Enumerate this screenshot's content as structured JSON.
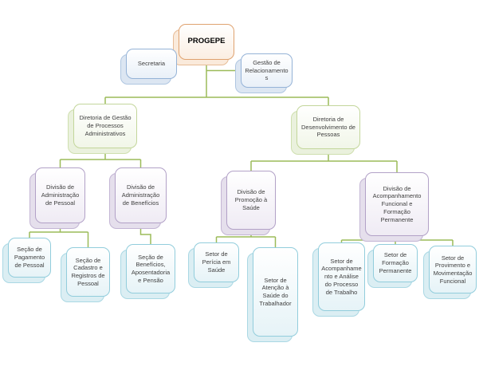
{
  "diagram": {
    "type": "org-chart",
    "nodes": {
      "progepe": {
        "label": "PROGEPE",
        "children": [
          "secretaria",
          "gestao_relacionamentos",
          "diretoria_gestao_processos",
          "diretoria_desenvolvimento"
        ]
      },
      "secretaria": {
        "label": "Secretaria",
        "children": []
      },
      "gestao_relacionamentos": {
        "label": "Gestão de Relacionamentos",
        "children": []
      },
      "diretoria_gestao_processos": {
        "label": "Diretoria de Gestão de Processos Administrativos",
        "children": [
          "divisao_administracao_pessoal",
          "divisao_administracao_beneficios"
        ]
      },
      "diretoria_desenvolvimento": {
        "label": "Diretoria de Desenvolvimento de Pessoas",
        "children": [
          "divisao_promocao_saude",
          "divisao_acompanhamento"
        ]
      },
      "divisao_administracao_pessoal": {
        "label": "Divisão de Administração de Pessoal",
        "children": [
          "secao_pagamento",
          "secao_cadastro"
        ]
      },
      "divisao_administracao_beneficios": {
        "label": "Divisão de Administração de Benefícios",
        "children": [
          "secao_beneficios"
        ]
      },
      "divisao_promocao_saude": {
        "label": "Divisão de Promoção à Saúde",
        "children": [
          "setor_pericia",
          "setor_atencao"
        ]
      },
      "divisao_acompanhamento": {
        "label": "Divisão de Acompanhamento Funcional e Formação Permanente",
        "children": [
          "setor_acompanhamento",
          "setor_formacao",
          "setor_provimento"
        ]
      },
      "secao_pagamento": {
        "label": "Seção de Pagamento de Pessoal",
        "children": []
      },
      "secao_cadastro": {
        "label": "Seção de Cadastro e Registros de Pessoal",
        "children": []
      },
      "secao_beneficios": {
        "label": "Seção de Benefícios, Aposentadoria e Pensão",
        "children": []
      },
      "setor_pericia": {
        "label": "Setor de Perícia em Saúde",
        "children": []
      },
      "setor_atencao": {
        "label": "Setor de Atenção à Saúde do Trabalhador",
        "children": []
      },
      "setor_acompanhamento": {
        "label": "Setor de Acompanhamento e Análise do Processo de Trabalho",
        "children": []
      },
      "setor_formacao": {
        "label": "Setor de Formação Permanente",
        "children": []
      },
      "setor_provimento": {
        "label": "Setor de Provimento e Movimentação Funcional",
        "children": []
      }
    },
    "palette": {
      "connector": "#9BBB59",
      "root_accent": "#DFA26F",
      "staff_accent": "#95B3D7",
      "directorate_accent": "#C3D69B",
      "division_accent": "#B2A1C7",
      "section_accent": "#92CDDC",
      "background": "#FFFFFF"
    }
  }
}
